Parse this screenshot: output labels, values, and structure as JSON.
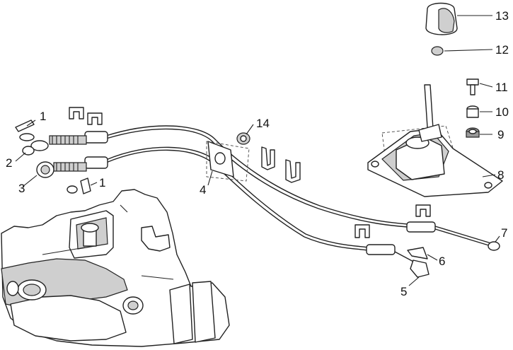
{
  "callouts": [
    {
      "id": "c1a",
      "text": "1"
    },
    {
      "id": "c1b",
      "text": "1"
    },
    {
      "id": "c2",
      "text": "2"
    },
    {
      "id": "c3",
      "text": "3"
    },
    {
      "id": "c4",
      "text": "4"
    },
    {
      "id": "c5",
      "text": "5"
    },
    {
      "id": "c6",
      "text": "6"
    },
    {
      "id": "c7",
      "text": "7"
    },
    {
      "id": "c8",
      "text": "8"
    },
    {
      "id": "c9",
      "text": "9"
    },
    {
      "id": "c10",
      "text": "10"
    },
    {
      "id": "c11",
      "text": "11"
    },
    {
      "id": "c12",
      "text": "12"
    },
    {
      "id": "c13",
      "text": "13"
    },
    {
      "id": "c14",
      "text": "14"
    }
  ]
}
